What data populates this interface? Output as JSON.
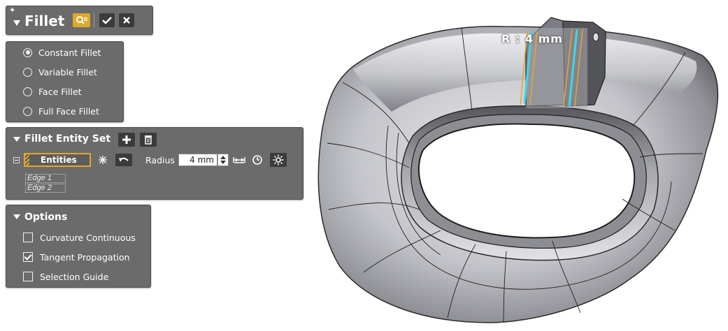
{
  "colors": {
    "panel": "#6b6b6b",
    "button_dark": "#3b3b3b",
    "accent_yellow": "#e0a72a",
    "edge_cyan": "#3fd7e4",
    "edge_orange": "#e8a33a"
  },
  "header": {
    "title": "Fillet",
    "icons": [
      "pin-icon",
      "search-icon",
      "ok-check-icon",
      "cancel-x-icon"
    ]
  },
  "fillet_type": {
    "options": [
      {
        "label": "Constant Fillet",
        "selected": true
      },
      {
        "label": "Variable Fillet",
        "selected": false
      },
      {
        "label": "Face Fillet",
        "selected": false
      },
      {
        "label": "Full Face Fillet",
        "selected": false
      }
    ]
  },
  "entity_set": {
    "title": "Fillet Entity Set",
    "entities_label": "Entities",
    "radius_label": "Radius",
    "radius_value": "4 mm",
    "edges": [
      "Edge 1",
      "Edge 2"
    ]
  },
  "options": {
    "title": "Options",
    "items": [
      {
        "label": "Curvature Continuous",
        "checked": false
      },
      {
        "label": "Tangent Propagation",
        "checked": true
      },
      {
        "label": "Selection Guide",
        "checked": false
      }
    ]
  },
  "viewport": {
    "annotation": "R : 4 mm"
  }
}
